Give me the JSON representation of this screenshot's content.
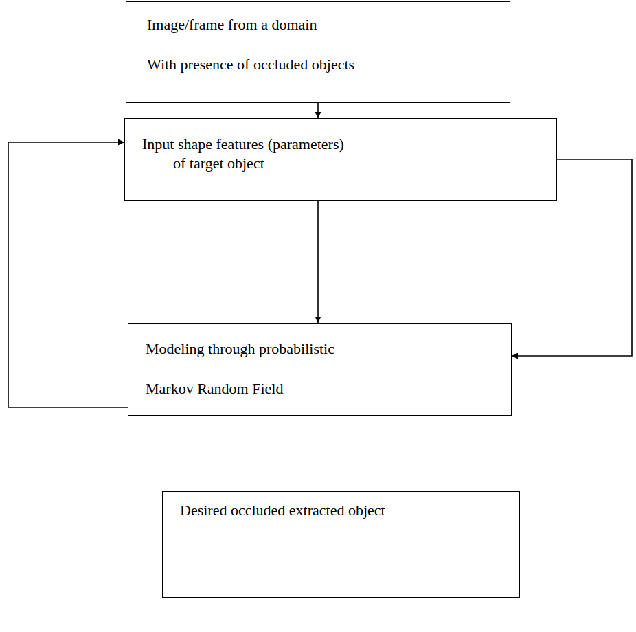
{
  "diagram": {
    "nodes": [
      {
        "text": [
          "Image/frame from a domain",
          "With presence of occluded objects"
        ]
      },
      {
        "text": [
          "Input shape features (parameters)",
          "of target object"
        ]
      },
      {
        "text": [
          "Modeling through probabilistic",
          "Markov Random Field"
        ]
      },
      {
        "text": [
          "Desired occluded extracted object"
        ]
      }
    ],
    "edges": [
      {
        "from": 0,
        "to": 1,
        "arrow": "to"
      },
      {
        "from": 1,
        "to": 2,
        "arrow": "to"
      },
      {
        "from": 2,
        "to": 1,
        "arrow": "to"
      },
      {
        "from": 1,
        "to": 2,
        "arrow": "to"
      }
    ]
  }
}
